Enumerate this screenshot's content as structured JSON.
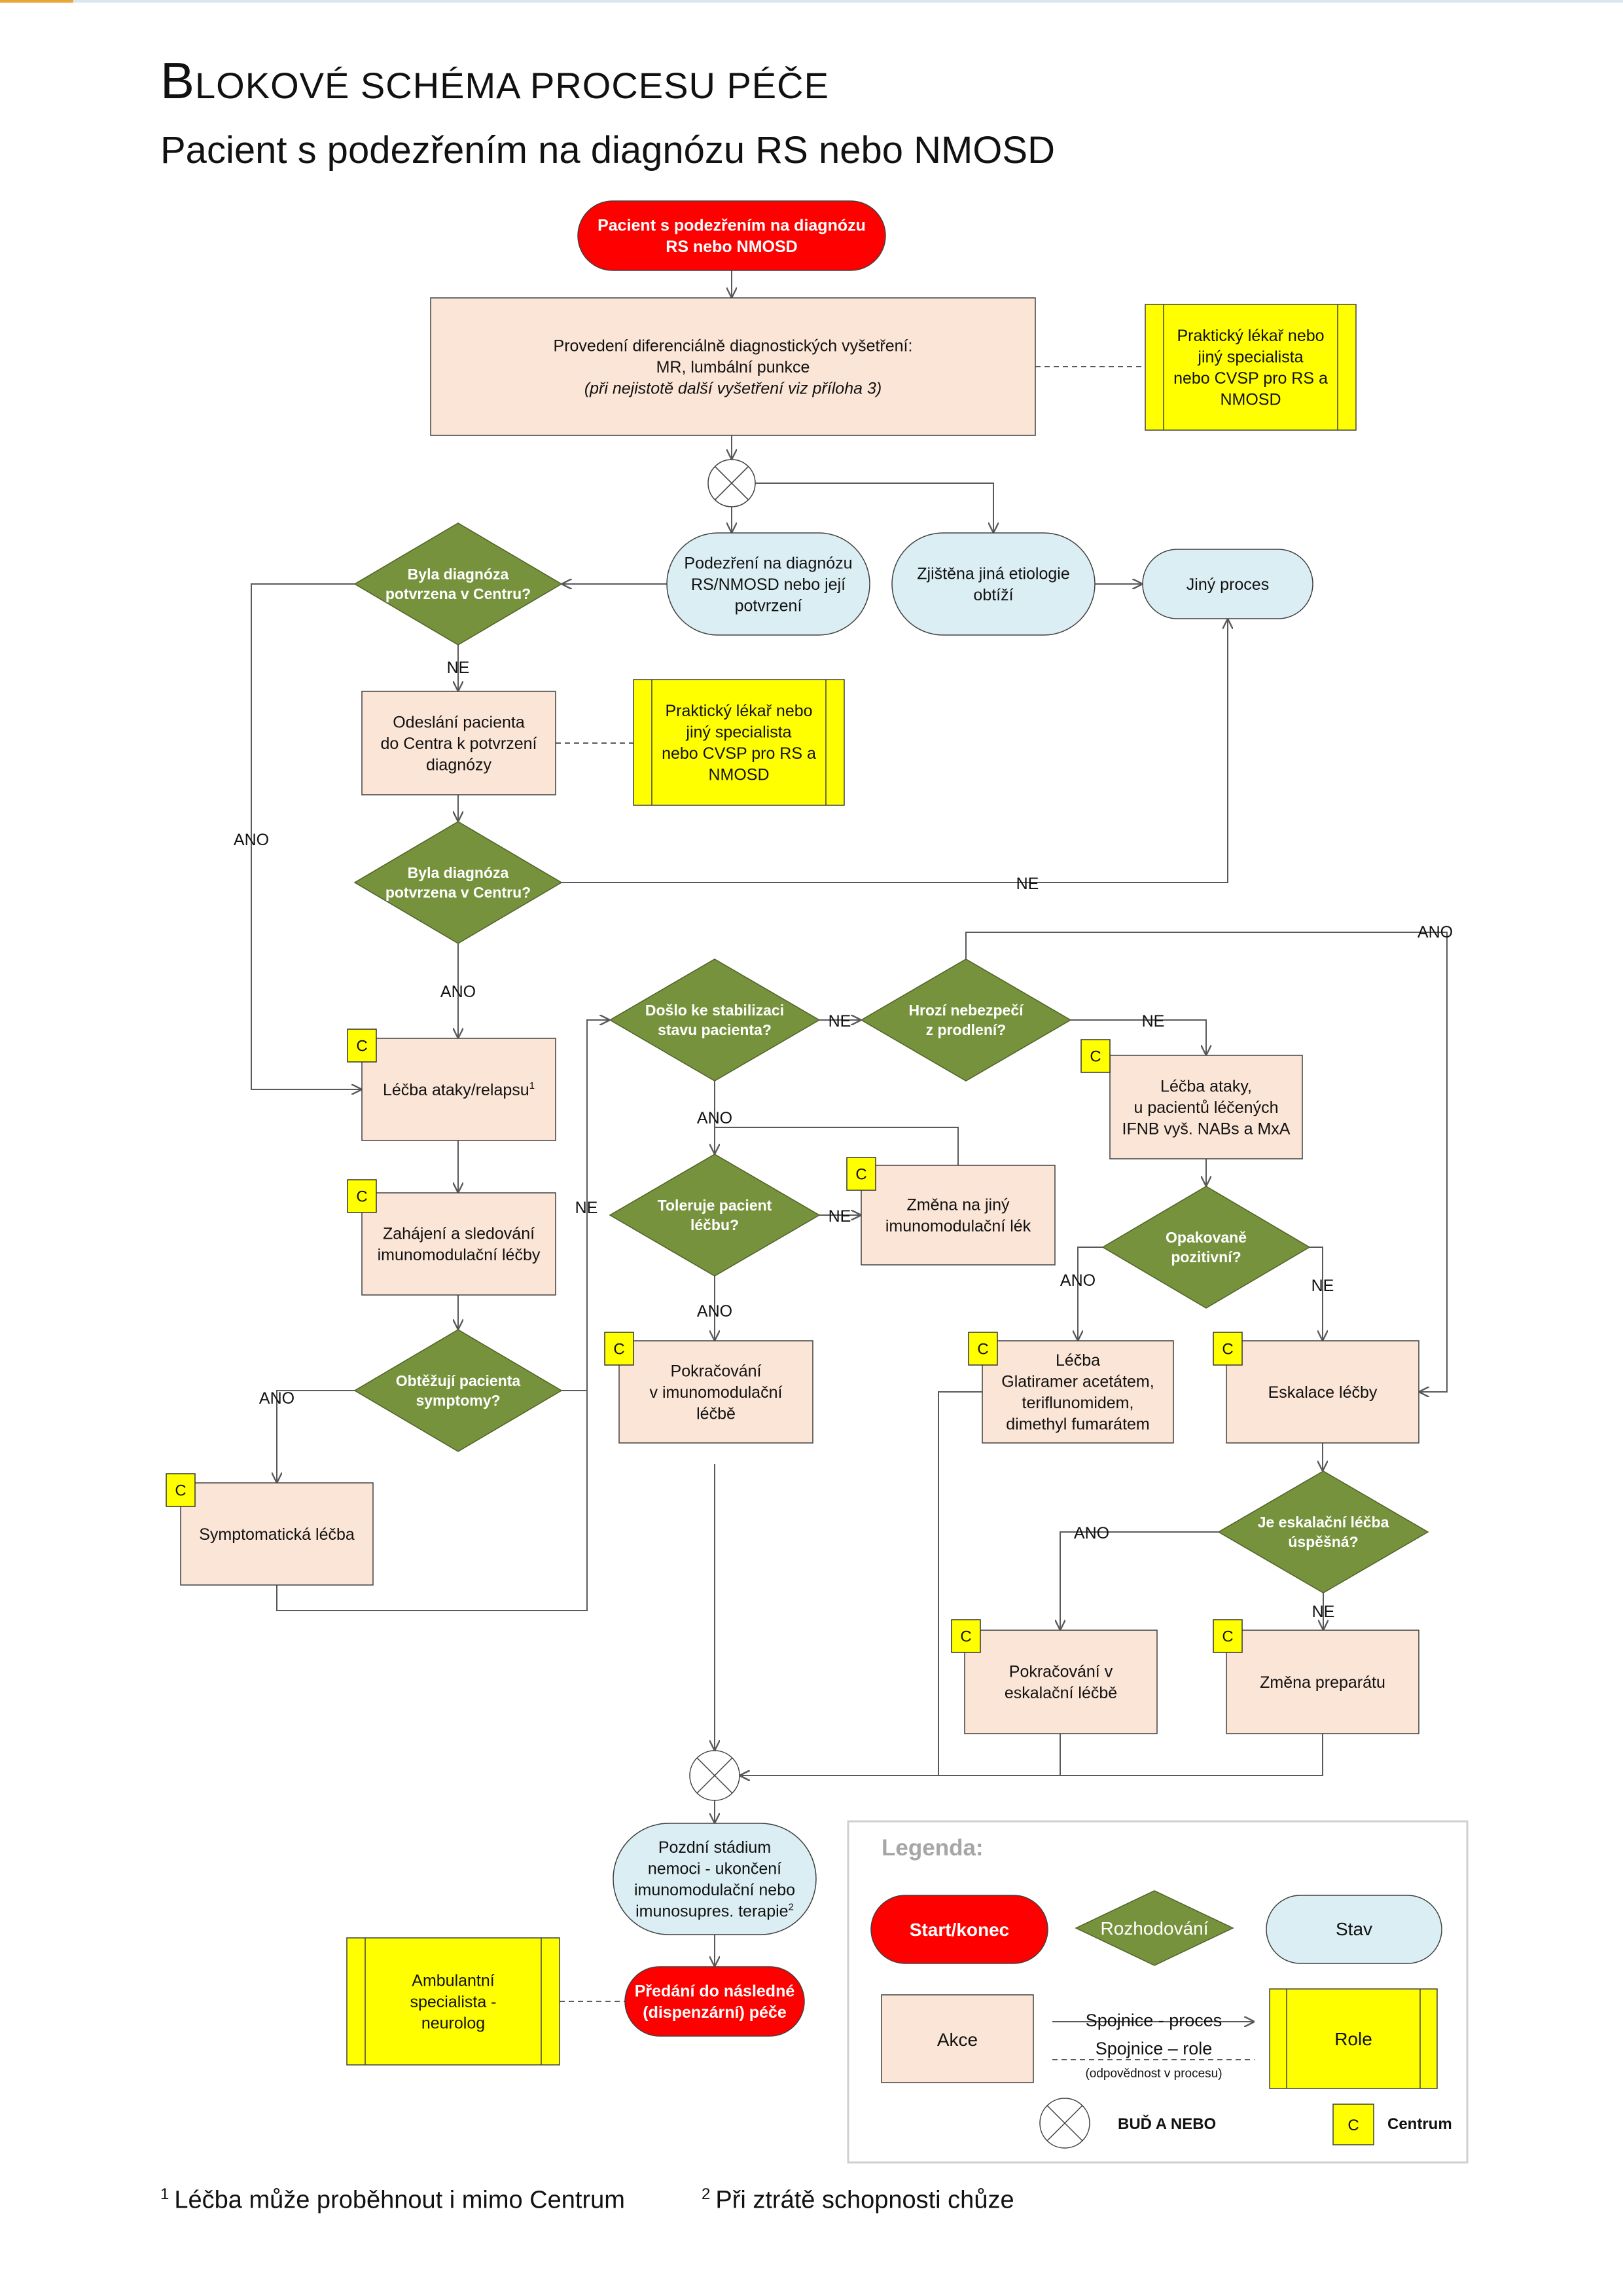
{
  "header": {
    "title_first": "B",
    "title_rest": "LOKOVÉ SCHÉMA PROCESU PÉČE",
    "subtitle": "Pacient s podezřením na diagnózu RS nebo NMOSD"
  },
  "nodes": {
    "start": [
      "Pacient s podezřením na diagnózu",
      "RS nebo NMOSD"
    ],
    "diagnostics": [
      "Provedení diferenciálně diagnostických vyšetření:",
      "MR, lumbální punkce",
      "(při nejistotě další vyšetření viz příloha 3)"
    ],
    "role_gp_1": [
      "Praktický lékař nebo",
      "jiný specialista",
      "nebo CVSP pro RS a",
      "NMOSD"
    ],
    "state_suspicion": [
      "Podezření na diagnózu",
      "RS/NMOSD nebo její",
      "potvrzení"
    ],
    "state_other_etiology": [
      "Zjištěna jiná etiologie",
      "obtíží"
    ],
    "state_other_process": [
      "Jiný proces"
    ],
    "decision_confirmed_1": [
      "Byla diagnóza",
      "potvrzena v Centru?"
    ],
    "referral": [
      "Odeslání pacienta",
      "do Centra k potvrzení",
      "diagnózy"
    ],
    "role_gp_2": [
      "Praktický lékař nebo",
      "jiný specialista",
      "nebo CVSP pro RS a",
      "NMOSD"
    ],
    "decision_confirmed_2": [
      "Byla diagnóza",
      "potvrzena v Centru?"
    ],
    "attack_treatment": [
      "Léčba ataky/relapsu"
    ],
    "attack_treatment_sup": "1",
    "start_immuno": [
      "Zahájení a sledování",
      "imunomodulační léčby"
    ],
    "decision_symptoms": [
      "Obtěžují pacienta",
      "symptomy?"
    ],
    "symptomatic": [
      "Symptomatická léčba"
    ],
    "decision_stabilized": [
      "Došlo ke stabilizaci",
      "stavu pacienta?"
    ],
    "decision_tolerates": [
      "Toleruje pacient",
      "léčbu?"
    ],
    "change_drug": [
      "Změna na jiný",
      "imunomodulační lék"
    ],
    "continue_immuno": [
      "Pokračování",
      "v imunomodulační",
      "léčbě"
    ],
    "decision_danger": [
      "Hrozí nebezpečí",
      "z prodlení?"
    ],
    "attack_ifnb": [
      "Léčba ataky,",
      "u pacientů léčených",
      "IFNB vyš. NABs a MxA"
    ],
    "decision_repeat": [
      "Opakovaně",
      "pozitivní?"
    ],
    "therapy_glatiramer": [
      "Léčba",
      "Glatiramer acetátem,",
      "teriflunomidem,",
      "dimethyl fumarátem"
    ],
    "escalation": [
      "Eskalace léčby"
    ],
    "decision_escalation_ok": [
      "Je eskalační léčba",
      "úspěšná?"
    ],
    "continue_escalation": [
      "Pokračování v",
      "eskalační léčbě"
    ],
    "change_preparation": [
      "Změna preparátu"
    ],
    "late_stage": [
      "Pozdní stádium",
      "nemoci - ukončení",
      "imunomodulační nebo",
      "imunosupres. terapie"
    ],
    "late_stage_sup": "2",
    "handover": [
      "Předání do následné",
      "(dispenzární) péče"
    ],
    "role_neurologist": [
      "Ambulantní",
      "specialista -",
      "neurolog"
    ]
  },
  "labels": {
    "yes": "ANO",
    "no": "NE",
    "centrum_badge": "C"
  },
  "legend": {
    "title": "Legenda:",
    "start_end": "Start/konec",
    "decision": "Rozhodování",
    "state": "Stav",
    "action": "Akce",
    "process_link": "Spojnice - proces",
    "role_link": "Spojnice – role",
    "role_link_note": "(odpovědnost v procesu)",
    "role": "Role",
    "either_or": "BUĎ A NEBO",
    "centrum": "Centrum"
  },
  "footnotes": {
    "note1_mark": "1",
    "note1": "Léčba může proběhnout i mimo Centrum",
    "note2_mark": "2",
    "note2": "Při ztrátě schopnosti chůze"
  },
  "colors": {
    "start_end": "#ff0000",
    "action_fill": "#fbe5d6",
    "state_fill": "#daeef3",
    "decision_fill": "#76923c",
    "role_fill": "#ffff00",
    "line": "#595959"
  }
}
